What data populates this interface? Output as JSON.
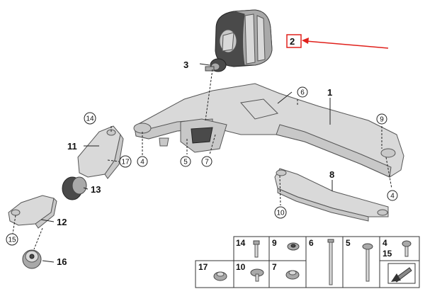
{
  "callouts": {
    "c1": "1",
    "c2": "2",
    "c3": "3",
    "c4a": "4",
    "c4b": "4",
    "c5": "5",
    "c6": "6",
    "c7": "7",
    "c8": "8",
    "c9": "9",
    "c10": "10",
    "c11": "11",
    "c12": "12",
    "c13": "13",
    "c14": "14",
    "c15": "15",
    "c16": "16",
    "c17": "17"
  },
  "table": {
    "cells": [
      "14",
      "9",
      "6",
      "5",
      "4",
      "15",
      "17",
      "10",
      "7"
    ],
    "sub10": "10",
    "sub7": "7"
  },
  "colors": {
    "highlight": "#e0201b",
    "part": "#d9d9d9",
    "dark": "#4a4a4a"
  }
}
